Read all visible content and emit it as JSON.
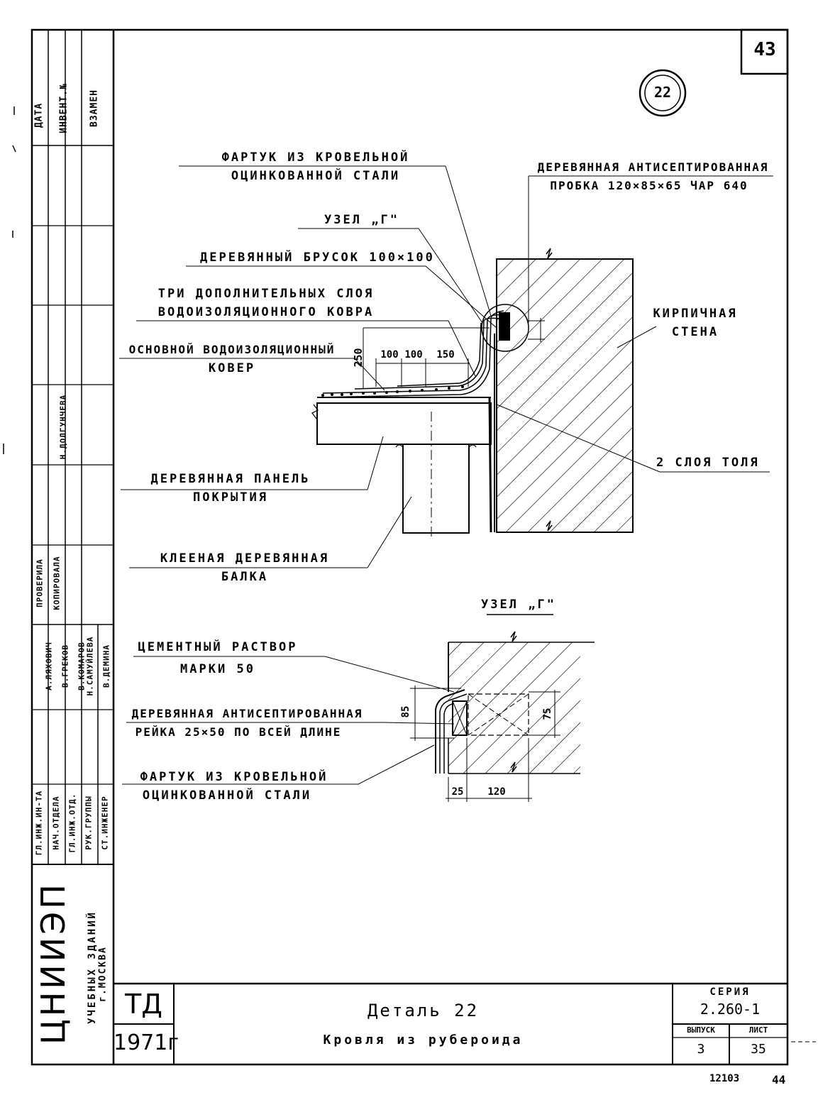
{
  "sheet_number": "43",
  "detail_circle": "22",
  "labels": {
    "apron_top_1": "ФАРТУК ИЗ КРОВЕЛЬНОЙ",
    "apron_top_2": "ОЦИНКОВАННОЙ СТАЛИ",
    "plug_1": "ДЕРЕВЯННАЯ АНТИСЕПТИРОВАННАЯ",
    "plug_2": "ПРОБКА 120×85×65 ЧАР 640",
    "node_g": "УЗЕЛ „Г\"",
    "bar": "ДЕРЕВЯННЫЙ БРУСОК 100×100",
    "extra_layers_1": "ТРИ ДОПОЛНИТЕЛЬНЫХ СЛОЯ",
    "extra_layers_2": "ВОДОИЗОЛЯЦИОННОГО КОВРА",
    "base_carpet_1": "ОСНОВНОЙ ВОДОИЗОЛЯЦИОННЫЙ",
    "base_carpet_2": "КОВЕР",
    "brick_wall_1": "КИРПИЧНАЯ",
    "brick_wall_2": "СТЕНА",
    "tol_layers": "2 СЛОЯ ТОЛЯ",
    "panel_1": "ДЕРЕВЯННАЯ ПАНЕЛЬ",
    "panel_2": "ПОКРЫТИЯ",
    "beam_1": "КЛЕЕНАЯ ДЕРЕВЯННАЯ",
    "beam_2": "БАЛКА",
    "node_g_title": "УЗЕЛ „Г\"",
    "mortar_1": "ЦЕМЕНТНЫЙ РАСТВОР",
    "mortar_2": "МАРКИ 50",
    "rail_1": "ДЕРЕВЯННАЯ АНТИСЕПТИРОВАННАЯ",
    "rail_2": "РЕЙКА 25×50 ПО ВСЕЙ ДЛИНЕ",
    "apron_bottom_1": "ФАРТУК ИЗ КРОВЕЛЬНОЙ",
    "apron_bottom_2": "ОЦИНКОВАННОЙ СТАЛИ"
  },
  "dimensions": {
    "d250": "250",
    "d100a": "100",
    "d100b": "100",
    "d150": "150",
    "d85": "85",
    "d75": "75",
    "d25": "25",
    "d120": "120"
  },
  "title_block": {
    "org_1": "ЦНИИЭП",
    "org_2": "УЧЕБНЫХ ЗДАНИЙ",
    "org_3": "г.МОСКВА",
    "stage": "ТД",
    "year": "1971г",
    "title": "Деталь 22",
    "subtitle": "Кровля из рубероида",
    "series_label": "СЕРИЯ",
    "series_value": "2.260-1",
    "issue_label": "ВЫПУСК",
    "issue_value": "3",
    "sheet_label": "ЛИСТ",
    "sheet_value": "35"
  },
  "side_stamp": {
    "date": "ДАТА",
    "inv": "ИНВЕНТ.№",
    "replace": "ВЗАМЕН",
    "roles": [
      "ГЛ.ИНЖ.ИН-ТА",
      "НАЧ.ОТДЕЛА",
      "ГЛ.ИНЖ.ОТД.",
      "РУК.ГРУППЫ",
      "СТ.ИНЖЕНЕР"
    ],
    "names": [
      "А.ЛЯХОВИЧ",
      "В.ГРЕКОВ",
      "В.КОМАРОВ",
      "Н.САМУЙЛЕВА",
      "В.ДЕМИНА"
    ],
    "checked": "ПРОВЕРИЛА",
    "copied": "КОПИРОВАЛА",
    "checker": "Н.ДОЛГУНЧЕВА"
  },
  "footer": {
    "code": "12103",
    "page": "44"
  }
}
